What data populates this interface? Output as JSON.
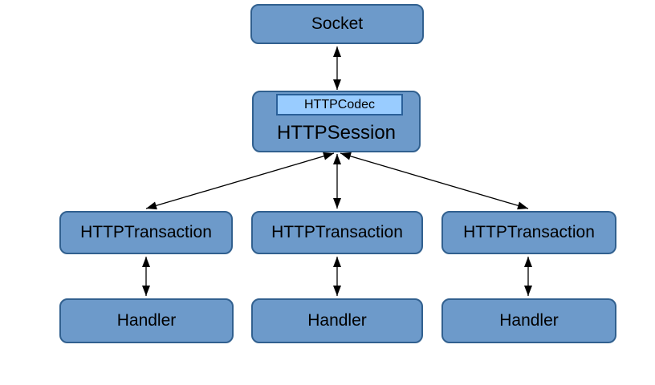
{
  "nodes": {
    "socket": "Socket",
    "codec": "HTTPCodec",
    "session": "HTTPSession"
  },
  "transactions": [
    "HTTPTransaction",
    "HTTPTransaction",
    "HTTPTransaction"
  ],
  "handlers": [
    "Handler",
    "Handler",
    "Handler"
  ],
  "edges": [
    {
      "from": "Socket",
      "to": "HTTPSession",
      "bidirectional": true
    },
    {
      "from": "HTTPSession",
      "to": "HTTPTransaction (left)",
      "bidirectional": true
    },
    {
      "from": "HTTPSession",
      "to": "HTTPTransaction (middle)",
      "bidirectional": true
    },
    {
      "from": "HTTPSession",
      "to": "HTTPTransaction (right)",
      "bidirectional": true
    },
    {
      "from": "HTTPTransaction (left)",
      "to": "Handler (left)",
      "bidirectional": true
    },
    {
      "from": "HTTPTransaction (middle)",
      "to": "Handler (middle)",
      "bidirectional": true
    },
    {
      "from": "HTTPTransaction (right)",
      "to": "Handler (right)",
      "bidirectional": true
    }
  ],
  "colors": {
    "node_fill": "#6d9aca",
    "node_border": "#31608f",
    "codec_fill": "#99ccff",
    "codec_border": "#2a6099",
    "arrow": "#000000",
    "background": "#ffffff",
    "text": "#000000"
  }
}
